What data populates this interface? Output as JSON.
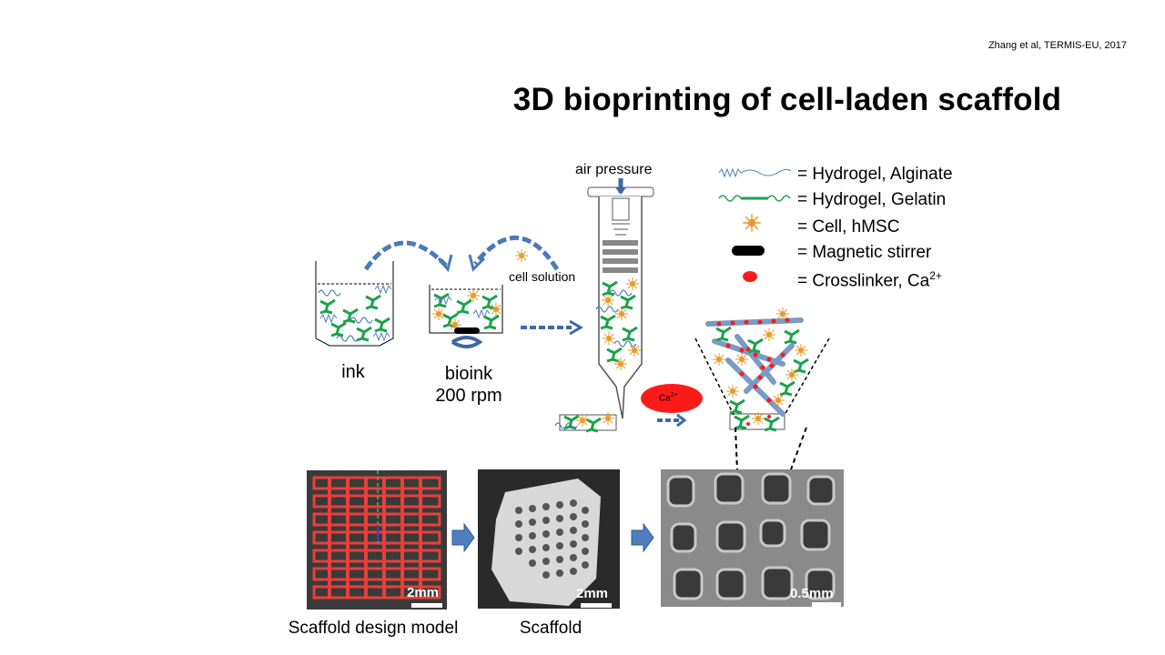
{
  "citation": "Zhang et al, TERMIS-EU, 2017",
  "title": "3D bioprinting of cell-laden scaffold",
  "process": {
    "air_pressure": "air pressure",
    "cell_solution": "cell solution",
    "ink": "ink",
    "bioink": "bioink",
    "rpm": "200 rpm",
    "ca_label": "Ca",
    "ca_sup": "2+"
  },
  "legend": [
    {
      "icon": "alginate-chain",
      "text": "= Hydrogel,  Alginate",
      "sup": ""
    },
    {
      "icon": "gelatin-chain",
      "text": "= Hydrogel,  Gelatin",
      "sup": ""
    },
    {
      "icon": "cell",
      "text": "= Cell, hMSC",
      "sup": ""
    },
    {
      "icon": "magnetic-stirrer",
      "text": "= Magnetic stirrer",
      "sup": ""
    },
    {
      "icon": "crosslinker-dot",
      "text": "= Crosslinker, Ca",
      "sup": "2+"
    }
  ],
  "colors": {
    "alginate": "#4a7ab8",
    "gelatin": "#1aa34a",
    "cell": "#e89b2c",
    "calcium": "#ff1a1a",
    "arrow": "#3e6aa0",
    "scaffold_red": "#e8403a"
  },
  "images": {
    "design_caption": "Scaffold design model",
    "design_scale": "2mm",
    "scaffold_caption": "Scaffold",
    "scaffold_scale": "2mm",
    "sem_scale": "0.5mm"
  }
}
